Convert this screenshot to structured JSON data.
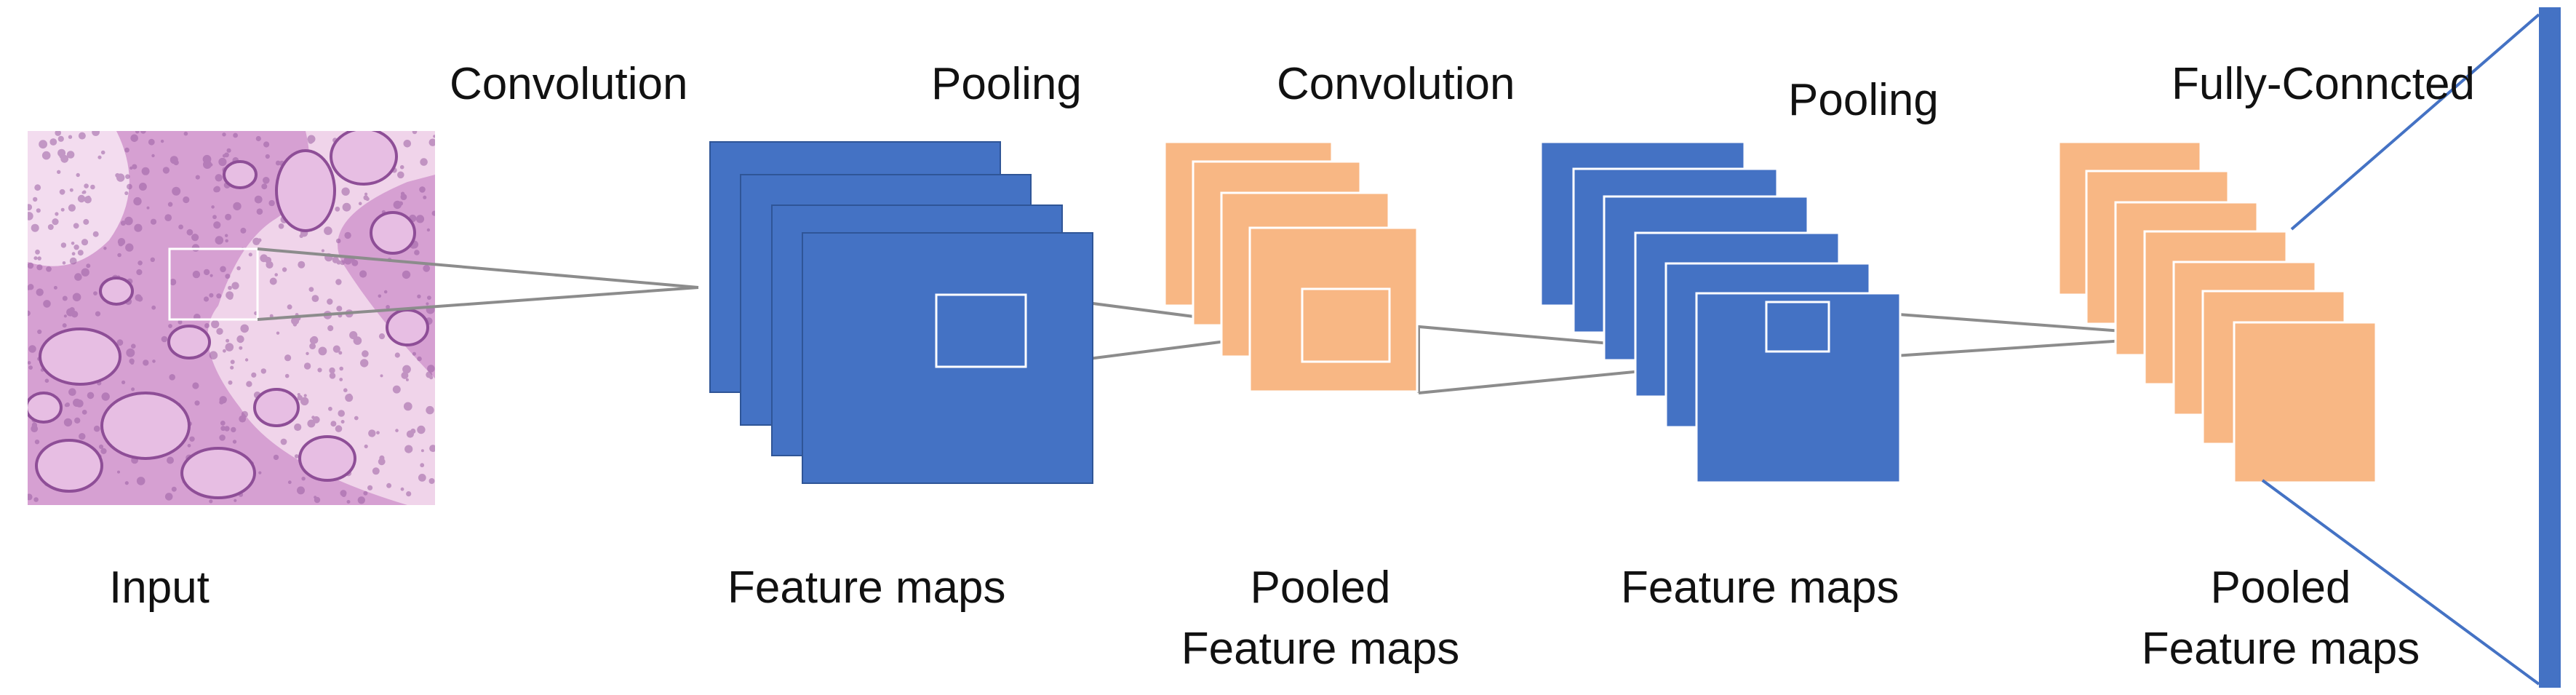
{
  "stage_titles": {
    "convolution_1": "Convolution",
    "pooling_1": "Pooling",
    "convolution_2": "Convolution",
    "pooling_2": "Pooling",
    "fully_connected": "Fully-Conncted"
  },
  "layer_labels": {
    "input": "Input",
    "feature_maps_1": "Feature maps",
    "pooled_1_line1": "Pooled",
    "pooled_1_line2": "Feature maps",
    "feature_maps_2": "Feature maps",
    "pooled_2_line1": "Pooled",
    "pooled_2_line2": "Feature maps"
  },
  "colors": {
    "feature_map_blue": "#4472C4",
    "pooled_map_orange": "#F8B784",
    "connector_gray": "#8C8C8C",
    "fc_line_blue": "#4472C4",
    "tissue_background": "#D8A3D3"
  },
  "stacks": {
    "feature_maps_1_count": 4,
    "pooled_1_count": 4,
    "feature_maps_2_count": 6,
    "pooled_2_count": 7
  },
  "icons": {
    "input_image": "histology-tissue-image",
    "fully_connected_layer": "fully-connected-bar"
  }
}
